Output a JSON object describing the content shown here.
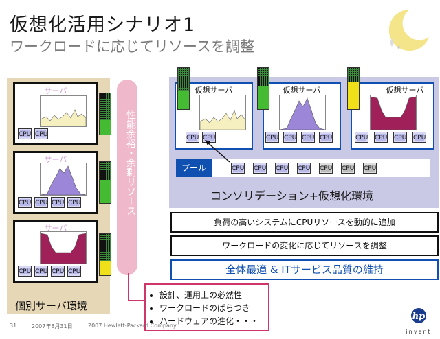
{
  "title": "仮想化活用シナリオ1",
  "subtitle": "ワークロードに応じてリソースを調整",
  "server_label": "サーバ",
  "virtual_server_label": "仮想サーバ",
  "cpu_label": "CPU",
  "left_caption": "個別サーバ環境",
  "pill_text": "性能余裕・余剰リソース",
  "pool_label": "プール",
  "right_caption": "コンソリデーション+仮想化環境",
  "box1": "負荷の高いシステムにCPUリソースを動的に追加",
  "box2": "ワークロードの変化に応じてリソースを調整",
  "box3": "全体最適 & ITサービス品質の維持",
  "notes": [
    "設計、運用上の必然性",
    "ワークロードのばらつき",
    "ハードウェアの進化・・・"
  ],
  "footer": {
    "page": "31",
    "date": "2007年8月31日",
    "copyright": "2007 Hewlett-Packard Company"
  },
  "logo_text": "invent",
  "meter_levels": {
    "left_1": 0.35,
    "left_2": 0.55,
    "left_3": 0.35,
    "right_1": 0.45,
    "right_2": 0.55,
    "right_3": 0.65
  },
  "colors": {
    "accent_blue": "#1050b0",
    "left_panel": "#e6d7b6",
    "right_panel": "#c9c9e6",
    "pill": "#f0b8cb",
    "meter_green": "#44bb33",
    "meter_yellow": "#f0e01a",
    "workload_light": "#f6f0c0",
    "workload_purple": "#9b86d8",
    "workload_magenta": "#a0205a"
  }
}
